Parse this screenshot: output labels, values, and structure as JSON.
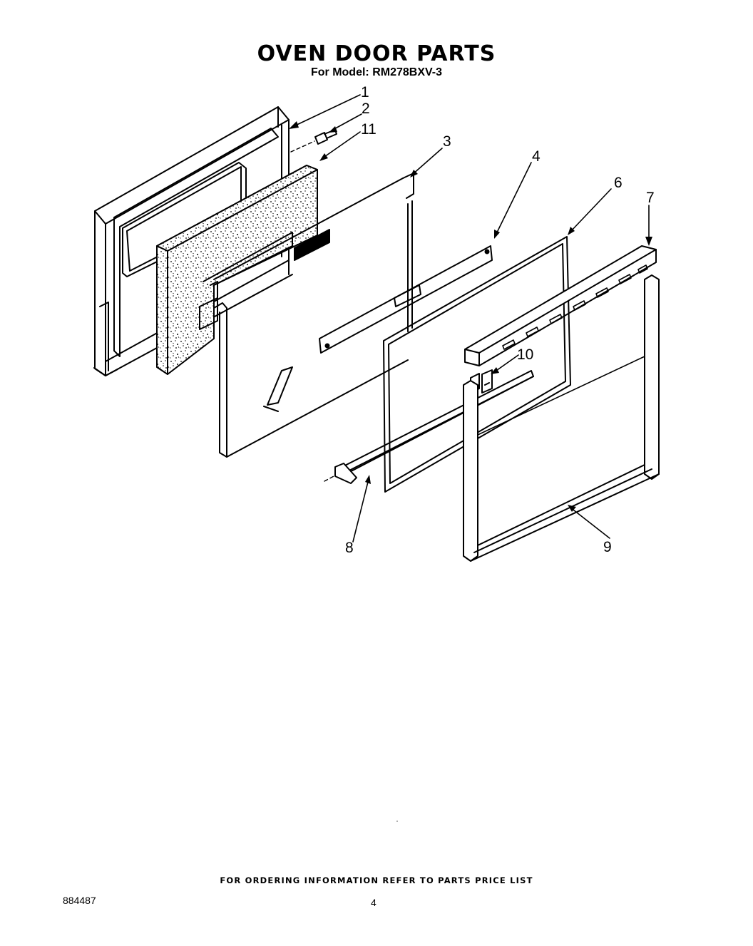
{
  "title": "OVEN DOOR PARTS",
  "subtitle": "For Model: RM278BXV-3",
  "callouts": {
    "c1": "1",
    "c2": "2",
    "c3": "3",
    "c4": "4",
    "c6": "6",
    "c7": "7",
    "c8": "8",
    "c9": "9",
    "c10": "10",
    "c11": "11"
  },
  "footer": "FOR ORDERING INFORMATION REFER TO PARTS PRICE LIST",
  "doc_number": "884487",
  "page_number": "4"
}
